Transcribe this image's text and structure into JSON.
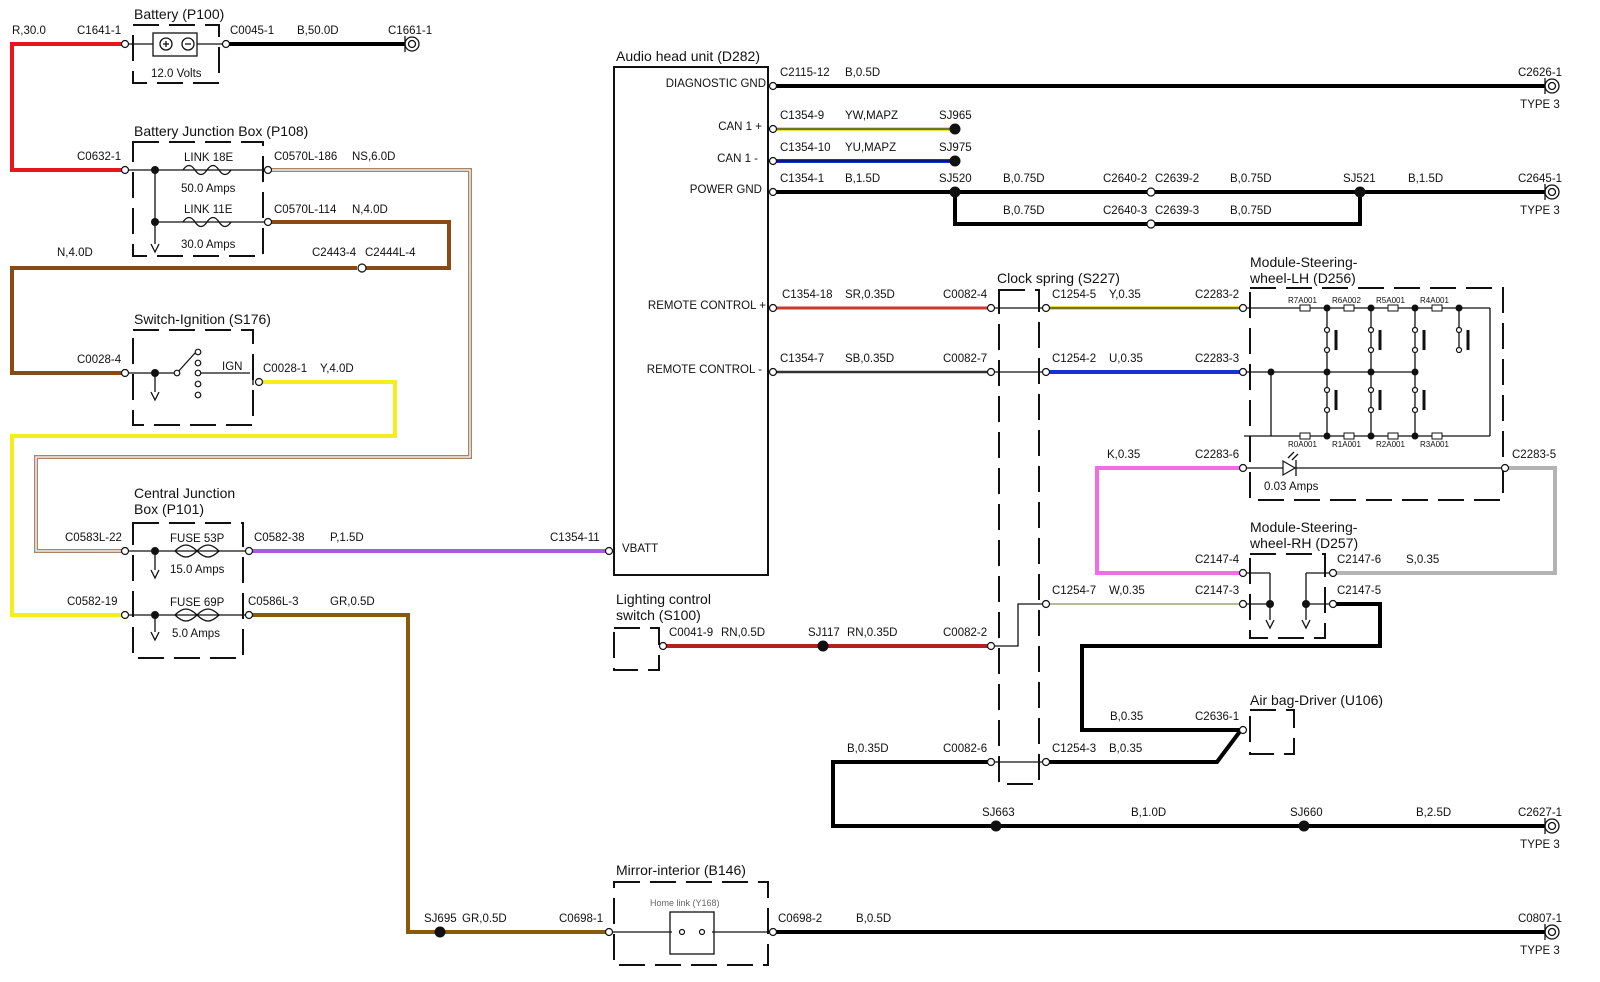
{
  "colors": {
    "red": "#e8161b",
    "black": "#000000",
    "brown": "#8a4a16",
    "tan": "#a8856a",
    "yellow": "#f5ee1f",
    "violet": "#a95ae0",
    "rn_red": "#c0392b",
    "gr_brown": "#8a5a0c",
    "pink": "#f36ce6",
    "grey": "#b3b3b3",
    "blue": "#1930d8",
    "pale_yellow": "#e6e34a",
    "olive": "#b8b89a",
    "darkred": "#b52020"
  },
  "components": {
    "battery": {
      "title": "Battery (P100)",
      "volts": "12.0 Volts"
    },
    "bjb": {
      "title": "Battery Junction Box (P108)",
      "link18": "LINK 18E",
      "link18_amps": "50.0 Amps",
      "link11": "LINK 11E",
      "link11_amps": "30.0 Amps"
    },
    "ignition": {
      "title": "Switch-Ignition (S176)",
      "ign": "IGN"
    },
    "cjb": {
      "title1": "Central Junction",
      "title2": "Box (P101)",
      "fuse53": "FUSE 53P",
      "fuse53_amps": "15.0 Amps",
      "fuse69": "FUSE 69P",
      "fuse69_amps": "5.0 Amps"
    },
    "headunit": {
      "title": "Audio head unit (D282)",
      "pins": [
        "DIAGNOSTIC GND",
        "CAN 1 +",
        "CAN 1 -",
        "POWER GND",
        "REMOTE CONTROL +",
        "REMOTE CONTROL -",
        "VBATT"
      ]
    },
    "clockspring": {
      "title": "Clock spring (S227)"
    },
    "steer_lh": {
      "title1": "Module-Steering-",
      "title2": "wheel-LH (D256)",
      "resistors": [
        "R7A001",
        "R6A002",
        "R5A001",
        "R4A001",
        "R0A001",
        "R1A001",
        "R2A001",
        "R3A001"
      ],
      "led_amps": "0.03 Amps"
    },
    "steer_rh": {
      "title1": "Module-Steering-",
      "title2": "wheel-RH (D257)"
    },
    "lighting": {
      "title1": "Lighting control",
      "title2": "switch (S100)"
    },
    "airbag": {
      "title": "Air bag-Driver (U106)"
    },
    "mirror": {
      "title": "Mirror-interior (B146)",
      "sub": "Home link (Y168)"
    }
  },
  "labels": {
    "l1": "R,30.0",
    "l2": "C1641-1",
    "l3": "C0045-1",
    "l4": "B,50.0D",
    "l5": "C1661-1",
    "l6": "C0632-1",
    "l7": "C0570L-186",
    "l8": "NS,6.0D",
    "l9": "C0570L-114",
    "l10": "N,4.0D",
    "l11": "N,4.0D",
    "l12": "C2443-4",
    "l13": "C2444L-4",
    "l14": "C0028-4",
    "l15": "C0028-1",
    "l16": "Y,4.0D",
    "l17": "C0583L-22",
    "l18": "C0582-38",
    "l19": "P,1.5D",
    "l20": "C1354-11",
    "l21": "C0582-19",
    "l22": "C0586L-3",
    "l23": "GR,0.5D",
    "l24": "C2115-12",
    "l25": "B,0.5D",
    "l26": "C2626-1",
    "l27": "TYPE 3",
    "l28": "C1354-9",
    "l29": "YW,MAPZ",
    "l30": "SJ965",
    "l31": "C1354-10",
    "l32": "YU,MAPZ",
    "l33": "SJ975",
    "l34": "C1354-1",
    "l35": "B,1.5D",
    "l36": "SJ520",
    "l37": "B,0.75D",
    "l38": "C2640-2",
    "l39": "C2639-2",
    "l40": "B,0.75D",
    "l41": "SJ521",
    "l42": "B,1.5D",
    "l43": "C2645-1",
    "l44": "TYPE 3",
    "l45": "B,0.75D",
    "l46": "C2640-3",
    "l47": "C2639-3",
    "l48": "B,0.75D",
    "l49": "C1354-18",
    "l50": "SR,0.35D",
    "l51": "C0082-4",
    "l52": "C1254-5",
    "l53": "Y,0.35",
    "l54": "C2283-2",
    "l55": "C1354-7",
    "l56": "SB,0.35D",
    "l57": "C0082-7",
    "l58": "C1254-2",
    "l59": "U,0.35",
    "l60": "C2283-3",
    "l61": "K,0.35",
    "l62": "C2283-6",
    "l63": "C2283-5",
    "l64": "C2147-4",
    "l65": "C2147-6",
    "l66": "S,0.35",
    "l67": "C1254-7",
    "l68": "W,0.35",
    "l69": "C2147-3",
    "l70": "C2147-5",
    "l71": "C0041-9",
    "l72": "RN,0.5D",
    "l73": "SJ117",
    "l74": "RN,0.35D",
    "l75": "C0082-2",
    "l76": "B,0.35",
    "l77": "C2636-1",
    "l78": "B,0.35D",
    "l79": "C0082-6",
    "l80": "C1254-3",
    "l81": "B,0.35",
    "l82": "SJ663",
    "l83": "B,1.0D",
    "l84": "SJ660",
    "l85": "B,2.5D",
    "l86": "C2627-1",
    "l87": "TYPE 3",
    "l88": "SJ695",
    "l89": "GR,0.5D",
    "l90": "C0698-1",
    "l91": "C0698-2",
    "l92": "B,0.5D",
    "l93": "C0807-1",
    "l94": "TYPE 3"
  }
}
